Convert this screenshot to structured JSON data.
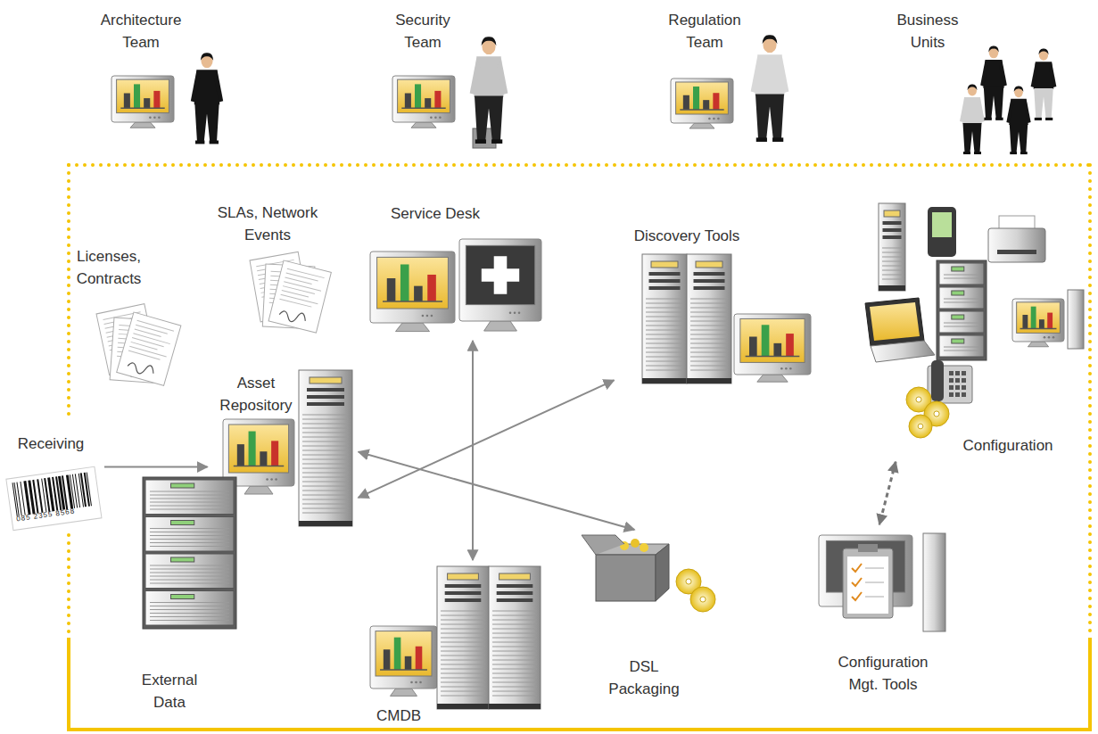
{
  "diagram": {
    "nodes": [
      {
        "text": [
          "Architecture Team"
        ]
      },
      {
        "text": [
          "Security Team"
        ]
      },
      {
        "text": [
          "Regulation Team"
        ]
      },
      {
        "text": [
          "Business Units"
        ]
      },
      {
        "text": [
          "Licenses, Contracts"
        ]
      },
      {
        "text": [
          "SLAs, Network Events"
        ]
      },
      {
        "text": [
          "Service Desk"
        ]
      },
      {
        "text": [
          "Discovery Tools"
        ]
      },
      {
        "text": [
          "Configuration"
        ]
      },
      {
        "text": [
          "Receiving"
        ]
      },
      {
        "text": [
          "Asset Repository"
        ]
      },
      {
        "text": [
          "External Data"
        ]
      },
      {
        "text": [
          "CMDB"
        ]
      },
      {
        "text": [
          "DSL Packaging"
        ]
      },
      {
        "text": [
          "Configuration Mgt. Tools"
        ]
      }
    ],
    "edges": [
      {
        "from": 9,
        "to": 10,
        "arrow": "to"
      },
      {
        "from": 6,
        "to": 12,
        "arrow": "both"
      },
      {
        "from": 10,
        "to": 7,
        "arrow": "both"
      },
      {
        "from": 10,
        "to": 13,
        "arrow": "both"
      },
      {
        "from": 8,
        "to": 14,
        "arrow": "both"
      }
    ],
    "labels": [
      "085 2355 8568"
    ]
  }
}
